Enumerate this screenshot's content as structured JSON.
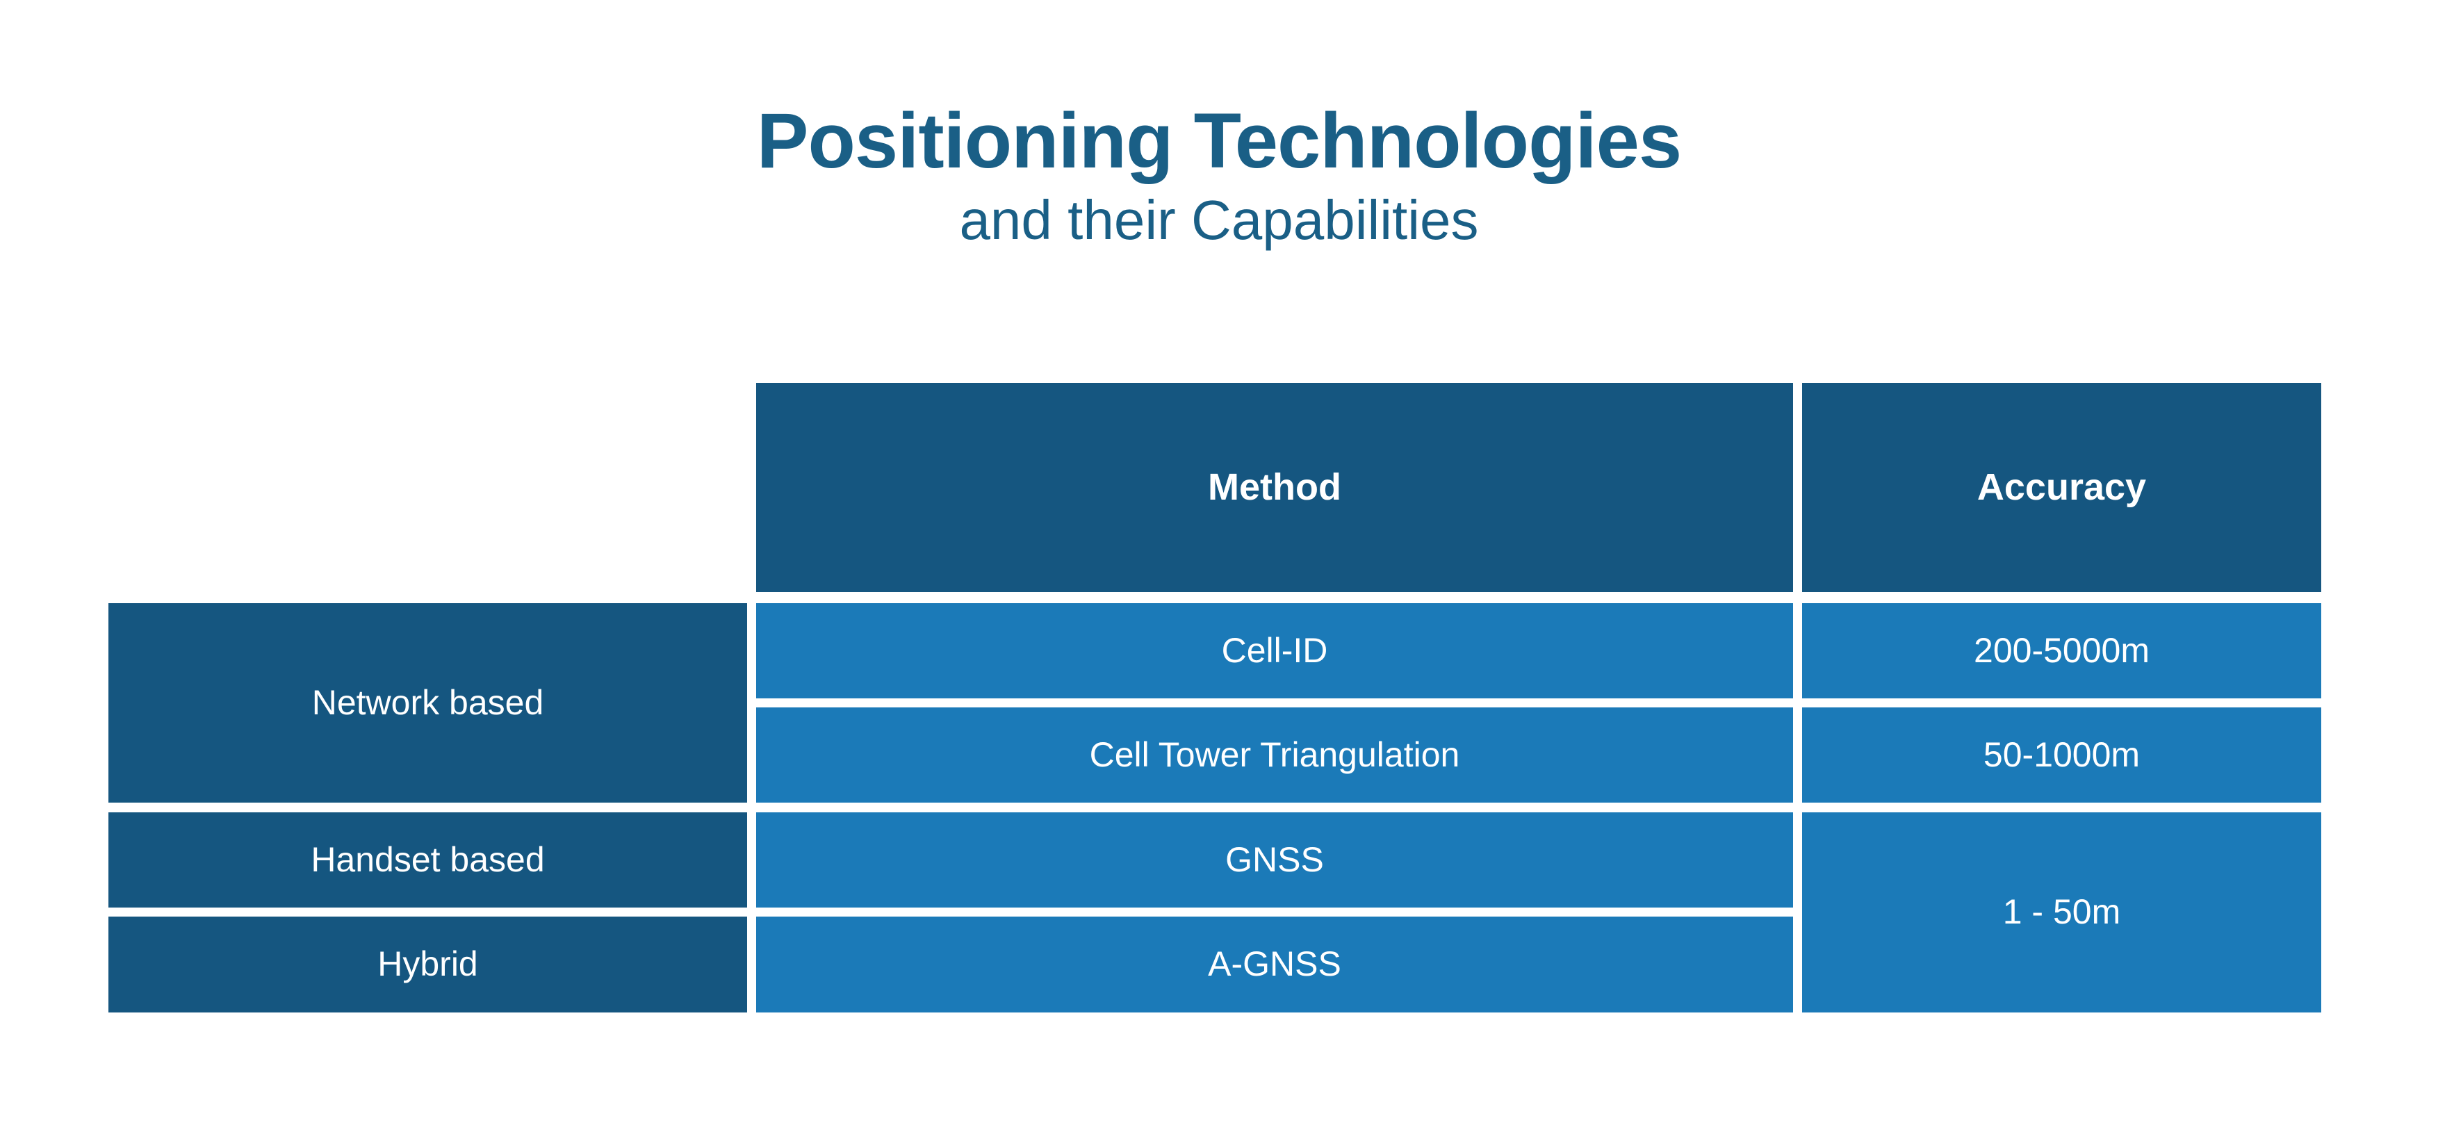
{
  "page": {
    "background": "#ffffff",
    "accent_dark": "#155680",
    "accent_light": "#1b7ab8",
    "title_color": "#1a5f86"
  },
  "title": {
    "main": "Positioning Technologies",
    "subtitle": "and their Capabilities"
  },
  "table": {
    "headers": {
      "category": "",
      "method": "Method",
      "accuracy": "Accuracy"
    },
    "rows": [
      {
        "category": "Network based",
        "method": "Cell-ID",
        "accuracy": "200-5000m"
      },
      {
        "category": "",
        "method": "Cell Tower Triangulation",
        "accuracy": "50-1000m"
      },
      {
        "category": "Handset based",
        "method": "GNSS",
        "accuracy": "1 - 50m"
      },
      {
        "category": "Hybrid",
        "method": "A-GNSS",
        "accuracy": ""
      }
    ],
    "merges": {
      "category_network_based_rowspan": 2,
      "accuracy_1_50m_rowspan": 2
    }
  }
}
